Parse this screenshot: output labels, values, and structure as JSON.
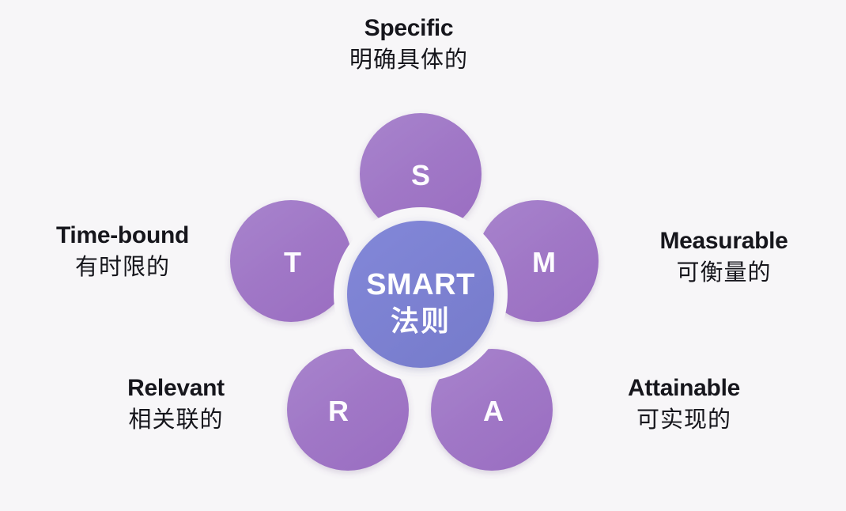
{
  "diagram": {
    "title": "SMART 法则",
    "center": {
      "line1": "SMART",
      "line2": "法则",
      "color": "#7b80d2"
    },
    "petal_color": "#a077c6",
    "background_color": "#f7f6f8",
    "text_color": "#16161c",
    "letter_color": "#fdfcff",
    "petals": [
      {
        "letter": "S",
        "name": "specific",
        "en": "Specific",
        "zh": "明确具体的"
      },
      {
        "letter": "M",
        "name": "measurable",
        "en": "Measurable",
        "zh": "可衡量的"
      },
      {
        "letter": "A",
        "name": "attainable",
        "en": "Attainable",
        "zh": "可实现的"
      },
      {
        "letter": "R",
        "name": "relevant",
        "en": "Relevant",
        "zh": "相关联的"
      },
      {
        "letter": "T",
        "name": "timebound",
        "en": "Time-bound",
        "zh": "有时限的"
      }
    ]
  }
}
